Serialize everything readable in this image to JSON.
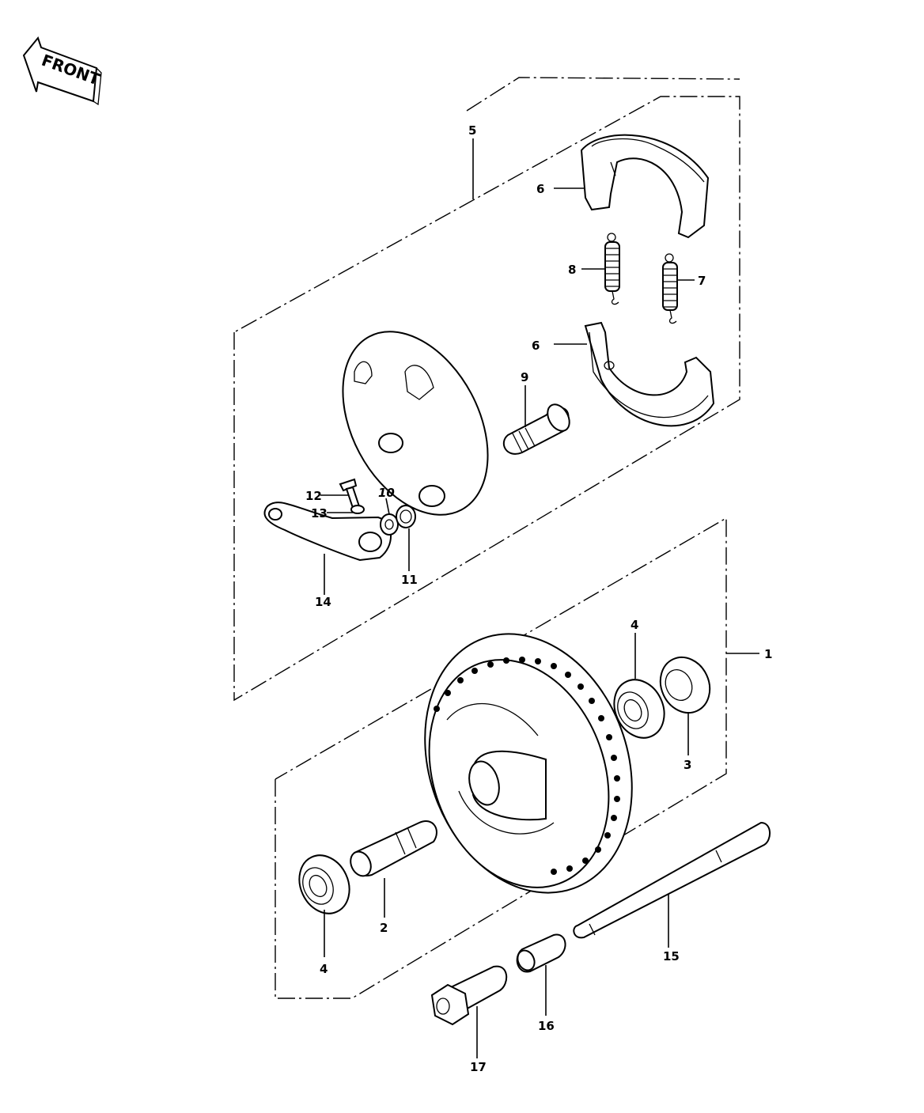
{
  "direction_marker": {
    "text": "FRONT"
  },
  "parts": [
    {
      "id": "1",
      "label": "1"
    },
    {
      "id": "2",
      "label": "2"
    },
    {
      "id": "3",
      "label": "3"
    },
    {
      "id": "4a",
      "label": "4"
    },
    {
      "id": "4b",
      "label": "4"
    },
    {
      "id": "5",
      "label": "5"
    },
    {
      "id": "6a",
      "label": "6"
    },
    {
      "id": "6b",
      "label": "6"
    },
    {
      "id": "7",
      "label": "7"
    },
    {
      "id": "8",
      "label": "8"
    },
    {
      "id": "9",
      "label": "9"
    },
    {
      "id": "10",
      "label": "10"
    },
    {
      "id": "11",
      "label": "11"
    },
    {
      "id": "12",
      "label": "12"
    },
    {
      "id": "13",
      "label": "13"
    },
    {
      "id": "14",
      "label": "14"
    },
    {
      "id": "15",
      "label": "15"
    },
    {
      "id": "16",
      "label": "16"
    },
    {
      "id": "17",
      "label": "17"
    }
  ]
}
